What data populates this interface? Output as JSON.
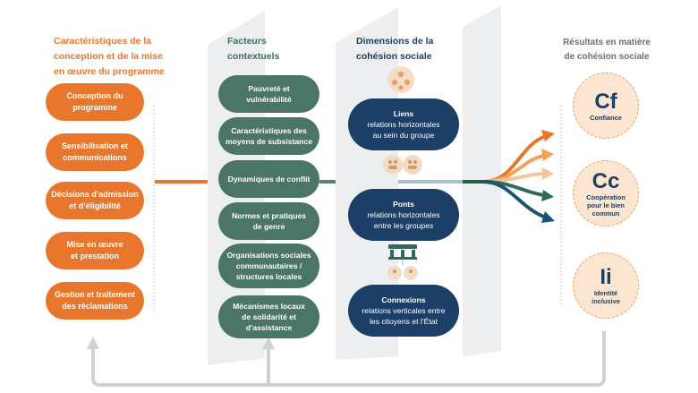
{
  "design": {
    "header_lines": [
      "Caractéristiques de la",
      "conception et de la mise",
      "en œuvre du programme"
    ],
    "items": [
      [
        "Conception du",
        "programme"
      ],
      [
        "Sensibilisation et",
        "communications"
      ],
      [
        "Décisions d’admission",
        "et d’éligibilité"
      ],
      [
        "Mise en œuvre",
        "et prestation"
      ],
      [
        "Gestion et traitement",
        "des réclamations"
      ]
    ]
  },
  "context": {
    "header_lines": [
      "Facteurs",
      "contextuels"
    ],
    "items": [
      [
        "Pauvreté et",
        "vulnérabilité"
      ],
      [
        "Caractéristiques des",
        "moyens de subsistance"
      ],
      [
        "Dynamiques de conflit"
      ],
      [
        "Normes et pratiques",
        "de genre"
      ],
      [
        "Organisations sociales",
        "communautaires /",
        "structures locales"
      ],
      [
        "Mécanismes locaux",
        "de solidarité et",
        "d’assistance"
      ]
    ]
  },
  "dimensions": {
    "header_lines": [
      "Dimensions de la",
      "cohésion sociale"
    ],
    "items": [
      {
        "title": "Liens",
        "lines": [
          "relations horizontales",
          "au sein du groupe"
        ]
      },
      {
        "title": "Ponts",
        "lines": [
          "relations horizontales",
          "entre les groupes"
        ]
      },
      {
        "title": "Connexions",
        "lines": [
          "relations verticales entre",
          "les citoyens et l’État"
        ]
      }
    ]
  },
  "results": {
    "header_lines": [
      "Résultats en matière",
      "de cohésion sociale"
    ],
    "items": [
      {
        "abbr": "Cf",
        "lines": [
          "Confiance"
        ]
      },
      {
        "abbr": "Cc",
        "lines": [
          "Coopération",
          "pour le bien",
          "commun"
        ]
      },
      {
        "abbr": "Ii",
        "lines": [
          "Identité",
          "inclusive"
        ]
      }
    ]
  },
  "colors": {
    "orange": "#e8762c",
    "green": "#4b7565",
    "navy": "#1b3f66",
    "peach": "#fce6d2",
    "arrow_grey": "#cfd2d4"
  },
  "icons": [
    "people-group-icon",
    "people-pair-icon",
    "government-building-icon"
  ]
}
